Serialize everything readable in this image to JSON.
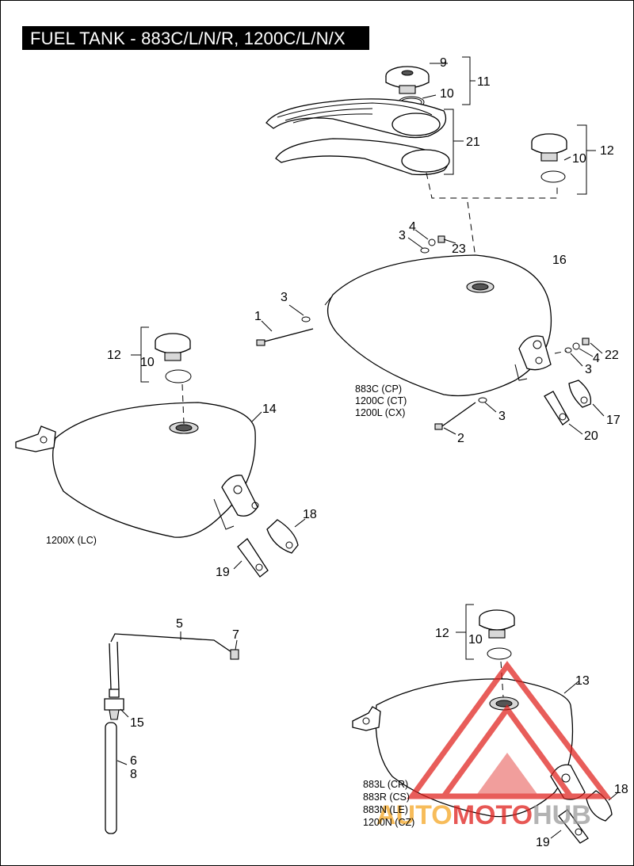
{
  "title": "FUEL TANK - 883C/L/N/R, 1200C/L/N/X",
  "callouts": {
    "c9": "9",
    "c10a": "10",
    "c11": "11",
    "c21": "21",
    "c12a": "12",
    "c10b": "10",
    "c4a": "4",
    "c3a": "3",
    "c23": "23",
    "c16": "16",
    "c1": "1",
    "c3b": "3",
    "c22": "22",
    "c4b": "4",
    "c3c": "3",
    "c17": "17",
    "c20": "20",
    "c3d": "3",
    "c2": "2",
    "c12b": "12",
    "c10c": "10",
    "c14": "14",
    "c18a": "18",
    "c19a": "19",
    "c5": "5",
    "c7": "7",
    "c15": "15",
    "c6": "6",
    "c8": "8",
    "c12c": "12",
    "c10d": "10",
    "c13": "13",
    "c18b": "18",
    "c19b": "19"
  },
  "model_codes": {
    "tank16": [
      "883C (CP)",
      "1200C (CT)",
      "1200L (CX)"
    ],
    "tank14": [
      "1200X (LC)"
    ],
    "tank13": [
      "883L (CR)",
      "883R (CS)",
      "883N (LE)",
      "1200N (CZ)"
    ]
  },
  "watermark": {
    "text_part1": "AUTO",
    "text_part2": "MOTO",
    "text_part3": "HUB",
    "color_red": "#e0201c",
    "color_orange": "#f5a623",
    "color_gray": "#9a9a9a"
  }
}
